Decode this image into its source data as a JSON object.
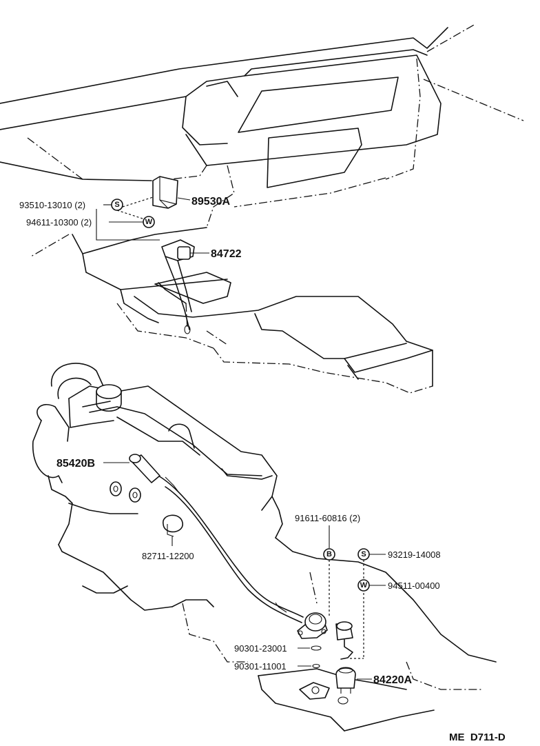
{
  "parts": {
    "p1": "93510-13010 (2)",
    "p2": "94611-10300 (2)",
    "p3": "89530A",
    "p4": "84722",
    "p5": "85420B",
    "p6": "82711-12200",
    "p7": "91611-60816 (2)",
    "p8": "93219-14008",
    "p9": "94511-00400",
    "p10": "90301-23001",
    "p11": "90301-11001",
    "p12": "84220A"
  },
  "symbols": {
    "screw": "S",
    "washer": "W",
    "bolt": "B"
  },
  "footer": {
    "ref": "ME  D711-D"
  }
}
